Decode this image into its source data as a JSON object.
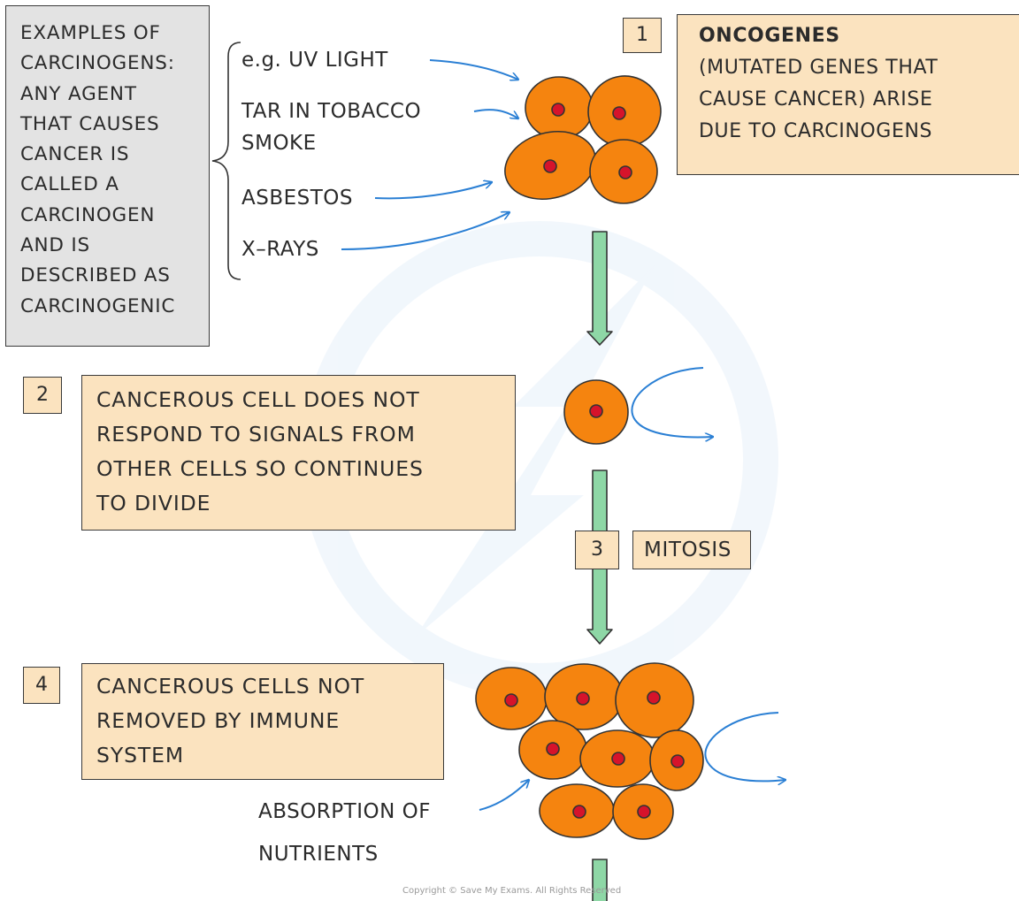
{
  "carcinogen_definition": {
    "lines": [
      "EXAMPLES OF",
      "CARCINOGENS:",
      "ANY AGENT",
      "THAT CAUSES",
      "CANCER IS",
      "CALLED A",
      "CARCINOGEN",
      "AND IS",
      "DESCRIBED AS",
      "CARCINOGENIC"
    ]
  },
  "carcinogen_examples": {
    "uv_light": "e.g.  UV LIGHT",
    "tar_line1": "TAR IN TOBACCO",
    "tar_line2": "SMOKE",
    "asbestos": "ASBESTOS",
    "xrays": "X–RAYS"
  },
  "step1": {
    "number": "1",
    "title": "ONCOGENES",
    "lines": [
      "(MUTATED GENES THAT",
      "CAUSE CANCER) ARISE",
      "DUE TO CARCINOGENS"
    ]
  },
  "step2": {
    "number": "2",
    "lines": [
      "CANCEROUS CELL DOES NOT",
      "RESPOND TO SIGNALS FROM",
      "OTHER CELLS SO CONTINUES",
      "TO DIVIDE"
    ]
  },
  "step3": {
    "number": "3",
    "label": "MITOSIS"
  },
  "step4": {
    "number": "4",
    "lines": [
      "CANCEROUS CELLS NOT",
      "REMOVED BY IMMUNE",
      "SYSTEM"
    ]
  },
  "nutrients_label": {
    "line1": "ABSORPTION OF",
    "line2": "NUTRIENTS"
  },
  "copyright": "Copyright © Save My Exams. All Rights Reserved",
  "colors": {
    "cell_fill": "#f5840f",
    "cell_outline": "#333333",
    "nucleus": "#d6132b",
    "arrow_blue": "#2a7fd4",
    "flow_arrow": "#8ed7a6",
    "peach_box": "#fbe3bf",
    "grey_box": "#e3e3e3"
  }
}
